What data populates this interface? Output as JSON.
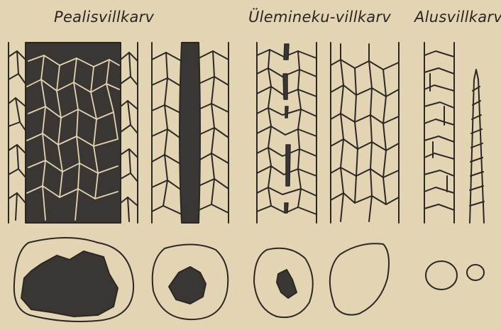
{
  "labels": {
    "outer": "Pealisvillkarv",
    "transition": "Ülemineku-villkarv",
    "under": "Alusvillkarv"
  },
  "colors": {
    "paper": "#e3d4b4",
    "ink": "#2b2824",
    "medulla": "#3a3633"
  },
  "hair_types": [
    "outer-hair-wide-medulla",
    "outer-hair-narrow-medulla",
    "transition-hair-broken-medulla",
    "transition-hair-no-medulla",
    "underhair-wide",
    "underhair-narrow"
  ]
}
